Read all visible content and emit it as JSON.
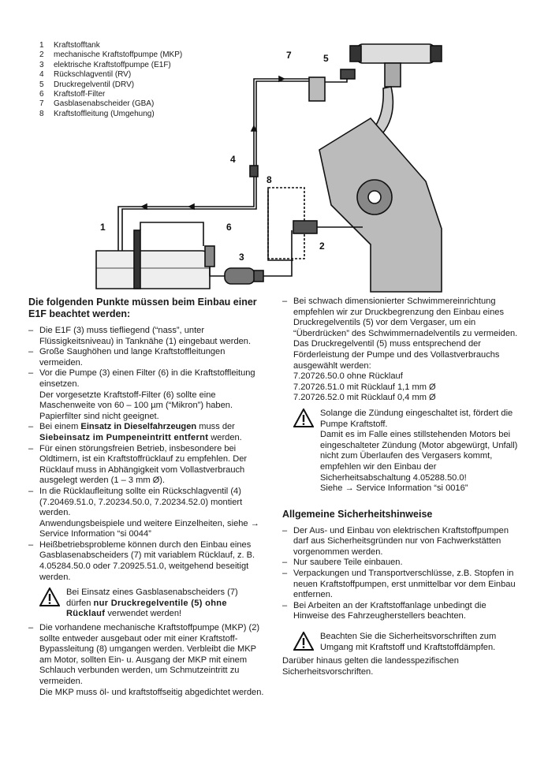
{
  "legend": [
    {
      "n": "1",
      "label": "Kraftstofftank"
    },
    {
      "n": "2",
      "label": "mechanische Kraftstoffpumpe (MKP)"
    },
    {
      "n": "3",
      "label": "elektrische Kraftstoffpumpe (E1F)"
    },
    {
      "n": "4",
      "label": "Rückschlagventil (RV)"
    },
    {
      "n": "5",
      "label": "Druckregelventil (DRV)"
    },
    {
      "n": "6",
      "label": "Kraftstoff-Filter"
    },
    {
      "n": "7",
      "label": "Gasblasenabscheider (GBA)"
    },
    {
      "n": "8",
      "label": "Kraftstoffleitung (Umgehung)"
    }
  ],
  "callouts": {
    "c1": "1",
    "c2": "2",
    "c3": "3",
    "c4": "4",
    "c5": "5",
    "c6": "6",
    "c7": "7",
    "c8": "8"
  },
  "left": {
    "heading": "Die folgenden Punkte müssen beim Einbau einer E1F beachtet werden:",
    "b1": "Die E1F (3) muss tiefliegend (“nass”, unter Flüssigkeitsniveau) in Tanknähe (1) eingebaut werden.",
    "b2": "Große Saughöhen und lange Kraftstoffleitungen vermeiden.",
    "b3": "Vor die Pumpe (3) einen Filter (6) in die Kraftstoffleitung einsetzen.",
    "b3_cont": "Der vorgesetzte Kraftstoff-Filter (6) sollte eine Maschenweite von 60 – 100 µm (“Mikron”) haben. Papierfilter sind nicht geeignet.",
    "b4_a": "Bei einem ",
    "b4_b": "Einsatz in Dieselfahrzeugen",
    "b4_c": " muss der ",
    "b4_d": "Siebeinsatz im Pumpeneintritt entfernt",
    "b4_e": " werden.",
    "b5": "Für einen störungsfreien Betrieb, insbesondere bei Oldtimern, ist ein Kraftstoffrücklauf zu empfehlen. Der Rücklauf muss in Abhängigkeit vom Vollastverbrauch ausgelegt werden (1 – 3 mm Ø).",
    "b6": "In die Rücklaufleitung sollte ein Rückschlagventil (4) (7.20469.51.0, 7.20234.50.0, 7.20234.52.0) montiert werden.",
    "b6_cont": "Anwendungsbeispiele und weitere Einzelheiten, siehe → Service Information “si 0044”",
    "b7": "Heißbetriebsprobleme können durch den Einbau eines Gasblasenabscheiders (7) mit variablem Rücklauf, z. B. 4.05284.50.0 oder 7.20925.51.0, weitgehend beseitigt werden.",
    "warn1_a": "Bei Einsatz eines Gasblasenabscheiders (7) dürfen ",
    "warn1_b": "nur Druckregelventile (5) ohne Rücklauf",
    "warn1_c": " verwendet werden!",
    "b8": "Die vorhandene mechanische Kraftstoffpumpe (MKP) (2) sollte entweder ausgebaut oder mit einer Kraftstoff-Bypassleitung (8) umgangen werden. Verbleibt die MKP am Motor, sollten Ein- u. Ausgang der MKP mit einem Schlauch verbunden werden, um Schmutzeintritt zu vermeiden.",
    "b8_cont": "Die MKP muss öl- und kraftstoffseitig abgedichtet werden."
  },
  "right": {
    "b1": "Bei schwach dimensionierter Schwimmereinrichtung empfehlen wir zur Druckbegrenzung den Einbau eines Druckregelventils (5) vor dem Vergaser, um ein “Überdrücken” des Schwimmernadelventils zu vermeiden.",
    "b1_cont": "Das Druckregelventil (5) muss entsprechend der Förderleistung der Pumpe und des Vollastverbrauchs ausgewählt werden:",
    "p1": "7.20726.50.0 ohne Rücklauf",
    "p2": "7.20726.51.0 mit Rücklauf 1,1 mm Ø",
    "p3": "7.20726.52.0 mit Rücklauf 0,4 mm Ø",
    "warn2": "Solange die Zündung eingeschaltet ist, fördert die Pumpe Kraftstoff.",
    "warn2_cont": "Damit es im Falle eines stillstehenden Motors bei eingeschalteter Zündung (Motor abgewürgt, Unfall) nicht zum Überlaufen des Vergasers kommt, empfehlen wir den Einbau der Sicherheitsabschaltung 4.05288.50.0!",
    "warn2_link": "Siehe → Service Information “si 0016”",
    "heading2": "Allgemeine Sicherheitshinweise",
    "s1": "Der Aus- und Einbau von elektrischen Kraftstoffpumpen darf aus Sicherheitsgründen nur von Fachwerkstätten vorgenommen werden.",
    "s2": "Nur saubere Teile einbauen.",
    "s3": "Verpackungen und Transportverschlüsse, z.B. Stopfen in neuen Kraftstoffpumpen, erst unmittelbar vor dem Einbau entfernen.",
    "s4": "Bei Arbeiten an der Kraftstoffanlage unbedingt die Hinweise des Fahrzeugherstellers beachten.",
    "warn3": "Beachten Sie die Sicherheitsvorschriften zum Umgang mit Kraftstoff und Kraftstoffdämpfen.",
    "closing": "Darüber hinaus gelten die landesspezifischen Sicherheitsvorschriften."
  }
}
